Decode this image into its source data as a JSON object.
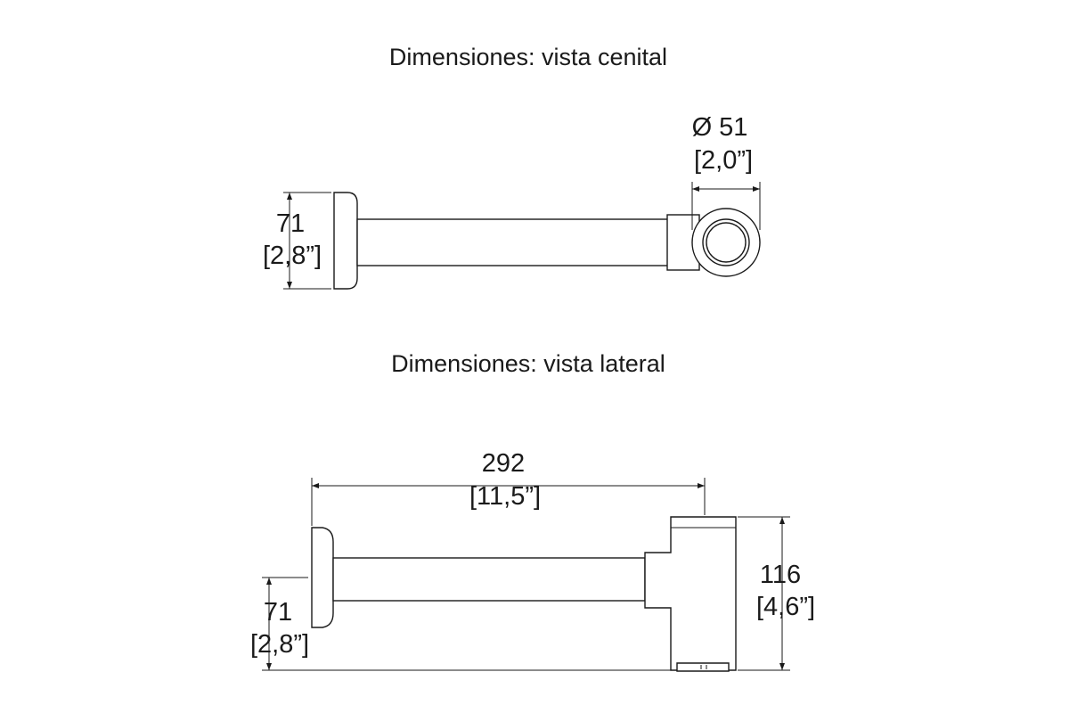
{
  "top_view": {
    "title": "Dimensiones: vista cenital",
    "diameter_mm": "Ø 51",
    "diameter_in": "[2,0”]",
    "height_mm": "71",
    "height_in": "[2,8”]"
  },
  "side_view": {
    "title": "Dimensiones: vista lateral",
    "length_mm": "292",
    "length_in": "[11,5”]",
    "height_mm": "116",
    "height_in": "[4,6”]",
    "flange_mm": "71",
    "flange_in": "[2,8”]"
  },
  "colors": {
    "line": "#1a1a1a",
    "background": "#ffffff"
  }
}
